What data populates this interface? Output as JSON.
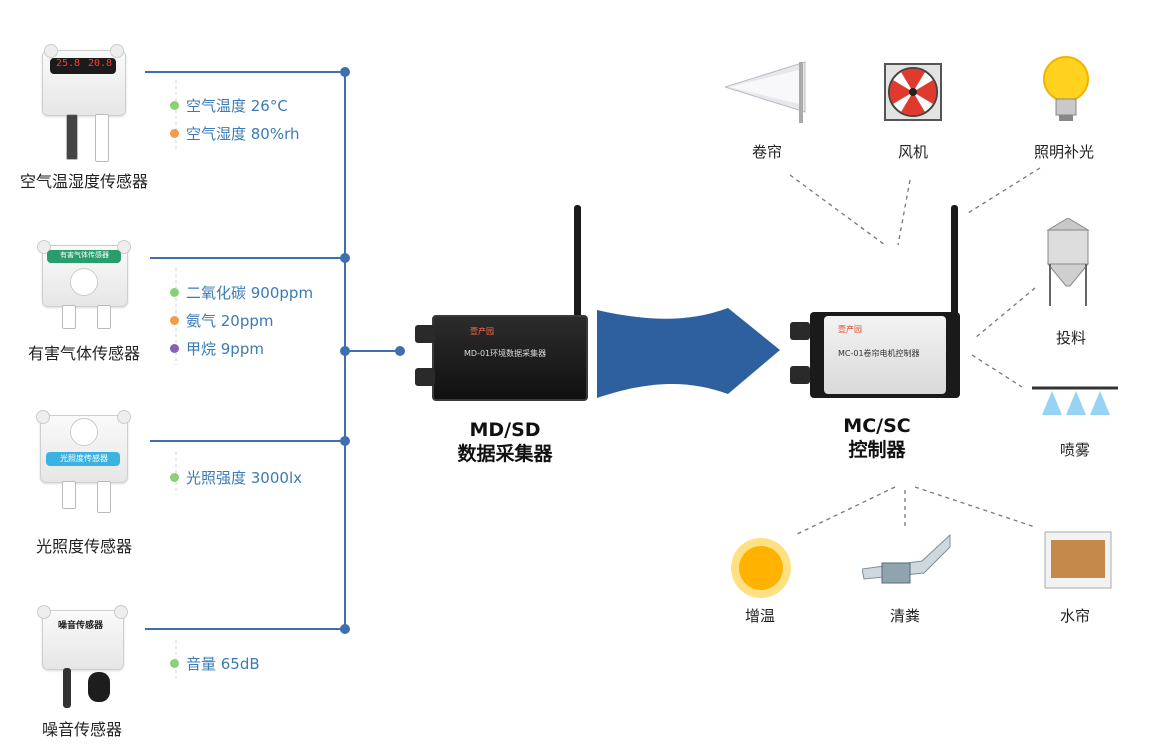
{
  "sensors": [
    {
      "name": "空气温湿度传感器",
      "display": [
        "25.8",
        "20.8"
      ],
      "readings": [
        {
          "text": "空气温度 26°C",
          "dot": "#8ccf7a"
        },
        {
          "text": "空气湿度 80%rh",
          "dot": "#f39c4a"
        }
      ]
    },
    {
      "name": "有害气体传感器",
      "panel_text": "有害气体传感器",
      "readings": [
        {
          "text": "二氧化碳 900ppm",
          "dot": "#8ccf7a"
        },
        {
          "text": "氨气 20ppm",
          "dot": "#f39c4a"
        },
        {
          "text": "甲烷 9ppm",
          "dot": "#8b5fb8"
        }
      ]
    },
    {
      "name": "光照度传感器",
      "panel_text": "光照度传感器",
      "readings": [
        {
          "text": "光照强度 3000lx",
          "dot": "#8ccf7a"
        }
      ]
    },
    {
      "name": "噪音传感器",
      "panel_text": "噪音传感器",
      "readings": [
        {
          "text": "音量 65dB",
          "dot": "#8ccf7a"
        }
      ]
    }
  ],
  "collector": {
    "line1": "MD/SD",
    "line2": "数据采集器",
    "device_text": "MD-01环境数据采集器",
    "brand": "壹产园"
  },
  "controller": {
    "line1": "MC/SC",
    "line2": "控制器",
    "device_text": "MC-01卷帘电机控制器",
    "brand": "壹产园"
  },
  "actuators": {
    "juanlian": "卷帘",
    "fengji": "风机",
    "zhaoming": "照明补光",
    "touliao": "投料",
    "penwu": "喷雾",
    "zengwen": "增温",
    "qingfen": "清粪",
    "shuilian": "水帘"
  },
  "colors": {
    "line": "#3f6fb0",
    "arrow": "#2e5f9e",
    "reading_text": "#3b7bb5"
  }
}
